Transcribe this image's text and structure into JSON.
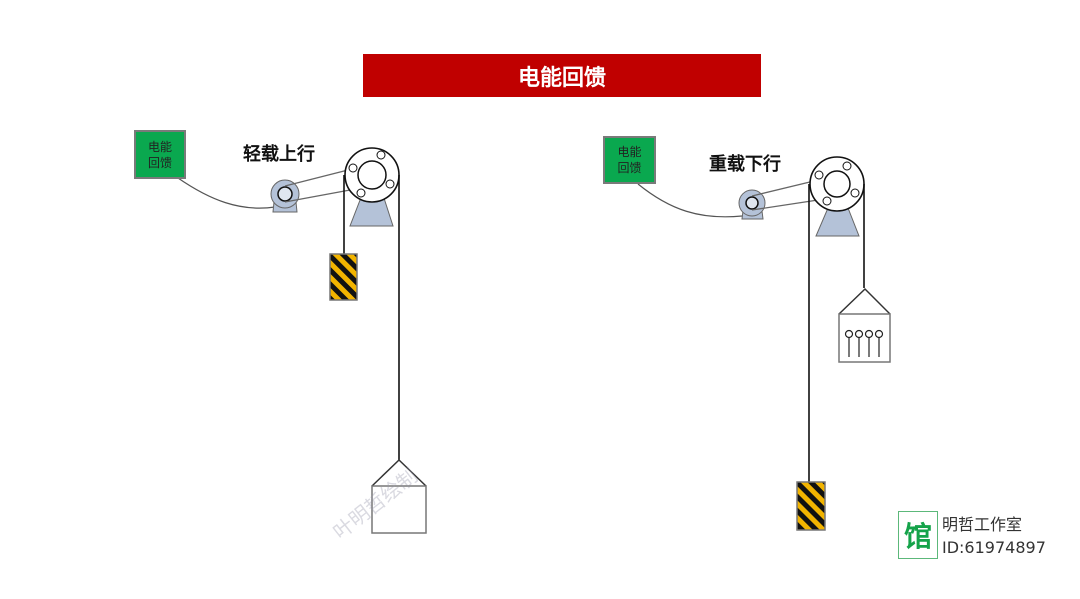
{
  "title": "电能回馈",
  "left_scene": {
    "label": "轻载上行",
    "box_line1": "电能",
    "box_line2": "回馈"
  },
  "right_scene": {
    "label": "重载下行",
    "box_line1": "电能",
    "box_line2": "回馈"
  },
  "watermark": "叶明哲绘制",
  "logo": {
    "glyph": "馆",
    "name": "明哲工作室",
    "id": "ID:61974897"
  },
  "colors": {
    "title_bg": "#c00000",
    "box_green": "#0aa84f",
    "hazard_yellow": "#f2b400",
    "machine_blue": "#b4c2d8"
  }
}
